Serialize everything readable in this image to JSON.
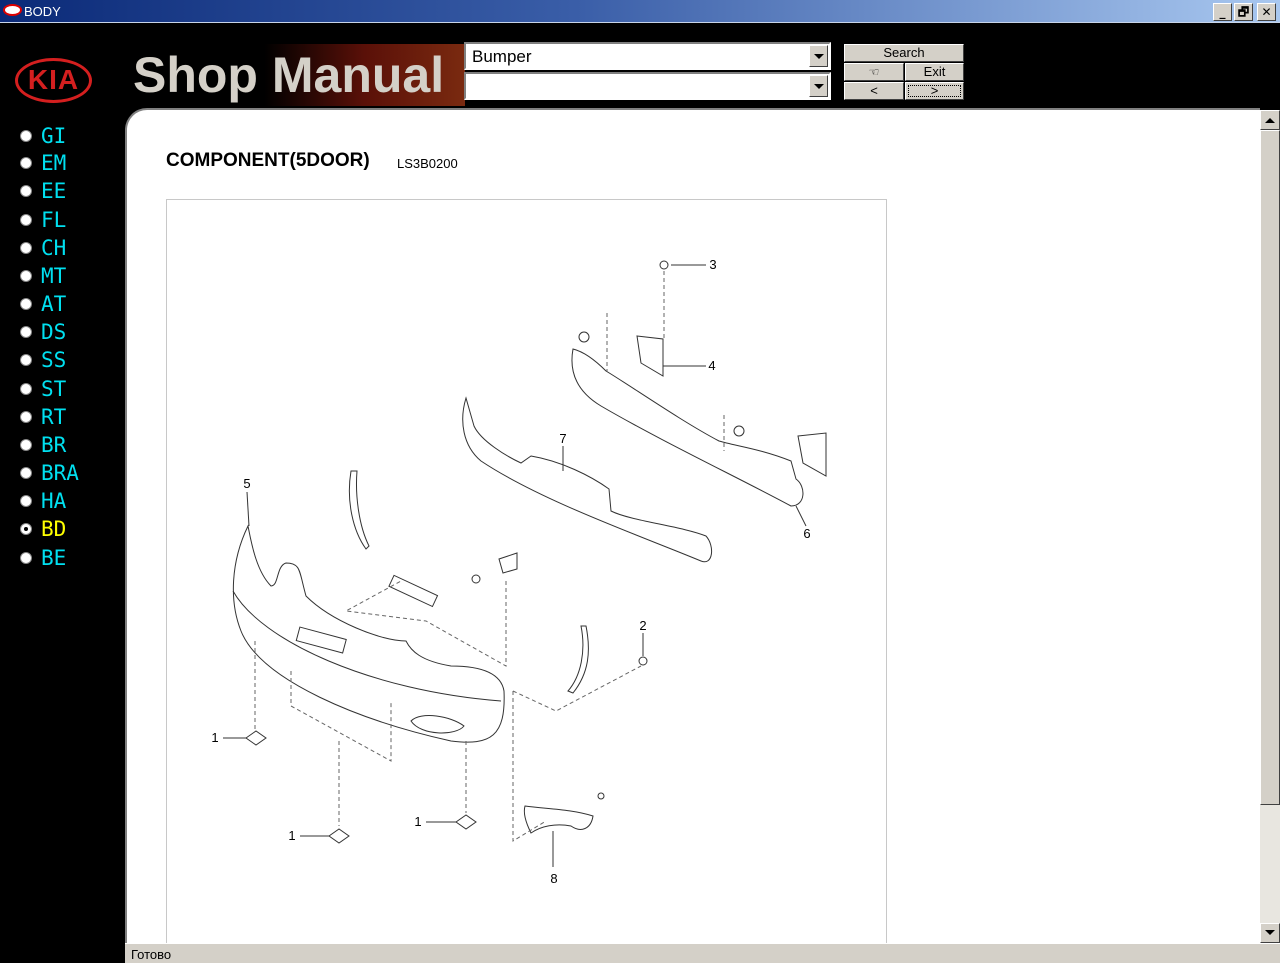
{
  "window": {
    "title": "BODY",
    "controls": [
      "_",
      "🗗",
      "✕"
    ]
  },
  "header": {
    "logo": "KIA",
    "banner": "Shop Manual",
    "combo1": {
      "value": "Bumper"
    },
    "combo2": {
      "value": ""
    },
    "buttons": {
      "search": "Search",
      "exit": "Exit",
      "prev": "<",
      "next": ">",
      "hand_icon": "pointing-hand-icon"
    }
  },
  "sidebar": {
    "items": [
      {
        "label": "GI"
      },
      {
        "label": "EM"
      },
      {
        "label": "EE"
      },
      {
        "label": "FL"
      },
      {
        "label": "CH"
      },
      {
        "label": "MT"
      },
      {
        "label": "AT"
      },
      {
        "label": "DS"
      },
      {
        "label": "SS"
      },
      {
        "label": "ST"
      },
      {
        "label": "RT"
      },
      {
        "label": "BR"
      },
      {
        "label": "BRA"
      },
      {
        "label": "HA"
      },
      {
        "label": "BD",
        "selected": true
      },
      {
        "label": "BE"
      }
    ],
    "colors": {
      "normal": "#00e0f0",
      "selected": "#ffff00"
    }
  },
  "main": {
    "title": "COMPONENT(5DOOR)",
    "code": "LS3B0200",
    "diagram": {
      "callouts": [
        "3",
        "4",
        "7",
        "6",
        "5",
        "2",
        "1",
        "1",
        "1",
        "8"
      ]
    }
  },
  "status": {
    "text": "Готово"
  }
}
